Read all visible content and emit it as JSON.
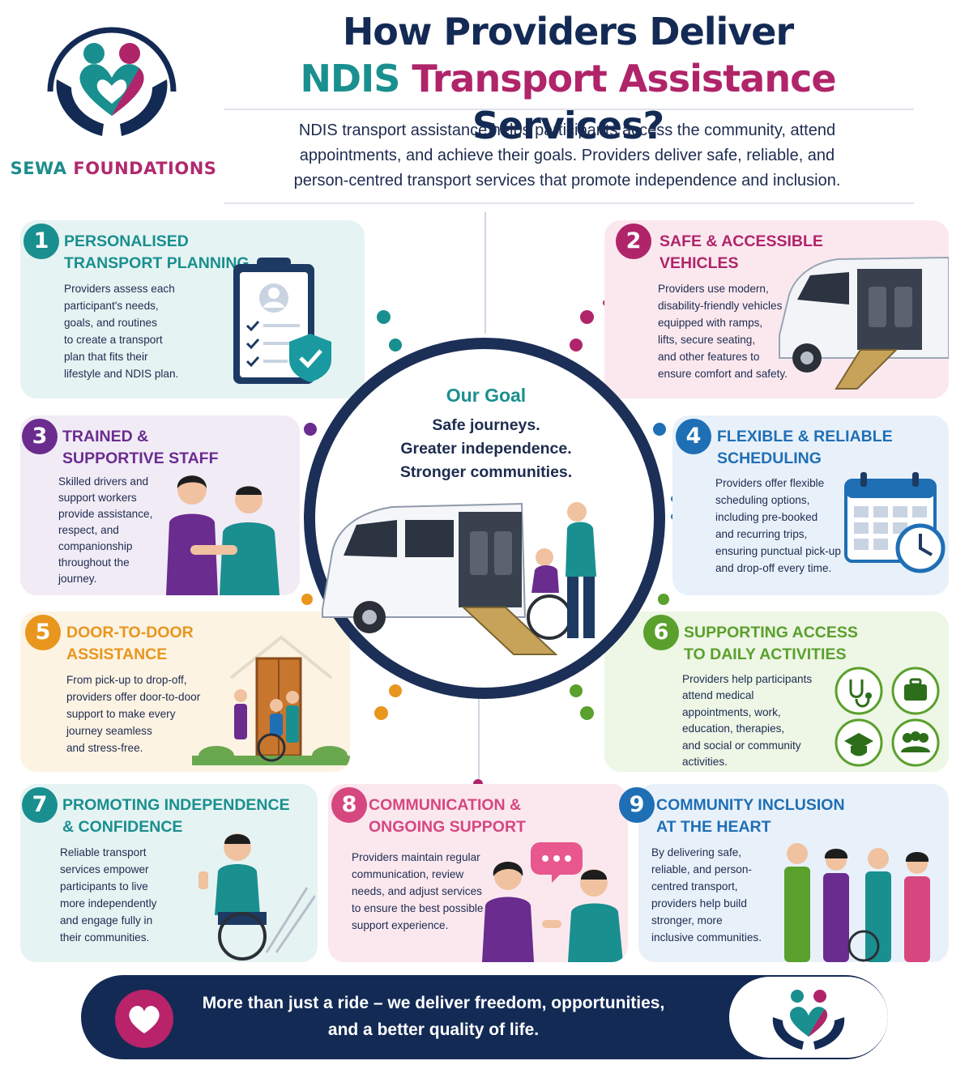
{
  "brand": {
    "name_part1": "SEWA",
    "name_part2": "FOUNDATIONS",
    "teal": "#1a8f8f",
    "magenta": "#b0246a",
    "navy": "#132a55"
  },
  "header": {
    "title_line1": "How Providers Deliver",
    "title_line2_a": "NDIS",
    "title_line2_b": "Transport Assistance",
    "title_line2_c": "Services?",
    "intro_lines": [
      "NDIS transport assistance helps participants access the community, attend",
      "appointments, and achieve their goals. Providers deliver safe, reliable, and",
      "person-centred transport services that promote independence and inclusion."
    ]
  },
  "center": {
    "goal_title": "Our Goal",
    "lines": [
      "Safe journeys.",
      "Greater independence.",
      "Stronger communities."
    ]
  },
  "cards": [
    {
      "num": "1",
      "title": [
        "PERSONALISED",
        "TRANSPORT PLANNING"
      ],
      "color": "#1a8f8f",
      "bg": "#e6f3f3",
      "body": [
        "Providers assess each",
        "participant's needs,",
        "goals, and routines",
        "to create a transport",
        "plan that fits their",
        "lifestyle and NDIS plan."
      ]
    },
    {
      "num": "2",
      "title": [
        "SAFE & ACCESSIBLE",
        "VEHICLES"
      ],
      "color": "#b0246a",
      "bg": "#fbe8ef",
      "body": [
        "Providers use modern,",
        "disability-friendly vehicles",
        "equipped with ramps,",
        "lifts, secure seating,",
        "and other features to",
        "ensure comfort and safety."
      ]
    },
    {
      "num": "3",
      "title": [
        "TRAINED &",
        "SUPPORTIVE STAFF"
      ],
      "color": "#6a2c8f",
      "bg": "#f1ebf6",
      "body": [
        "Skilled drivers and",
        "support workers",
        "provide assistance,",
        "respect, and",
        "companionship",
        "throughout the",
        "journey."
      ]
    },
    {
      "num": "4",
      "title": [
        "FLEXIBLE & RELIABLE",
        "SCHEDULING"
      ],
      "color": "#1f6fb5",
      "bg": "#e8f1fa",
      "body": [
        "Providers offer flexible",
        "scheduling options,",
        "including pre-booked",
        "and recurring trips,",
        "ensuring punctual pick-up",
        "and drop-off every time."
      ]
    },
    {
      "num": "5",
      "title": [
        "DOOR-TO-DOOR",
        "ASSISTANCE"
      ],
      "color": "#e8961e",
      "bg": "#fdf3e3",
      "body": [
        "From pick-up to drop-off,",
        "providers offer door-to-door",
        "support to make every",
        "journey seamless",
        "and stress-free."
      ]
    },
    {
      "num": "6",
      "title": [
        "SUPPORTING ACCESS",
        "TO DAILY ACTIVITIES"
      ],
      "color": "#5aa02c",
      "bg": "#eef6e6",
      "body": [
        "Providers help participants",
        "attend medical",
        "appointments, work,",
        "education, therapies,",
        "and social or community",
        "activities."
      ]
    },
    {
      "num": "7",
      "title": [
        "PROMOTING INDEPENDENCE",
        "& CONFIDENCE"
      ],
      "color": "#1a8f8f",
      "bg": "#e6f3f3",
      "body": [
        "Reliable transport",
        "services empower",
        "participants to live",
        "more independently",
        "and engage fully in",
        "their communities."
      ]
    },
    {
      "num": "8",
      "title": [
        "COMMUNICATION &",
        "ONGOING SUPPORT"
      ],
      "color": "#d6477f",
      "bg": "#fbe8ef",
      "body": [
        "Providers maintain regular",
        "communication, review",
        "needs, and adjust services",
        "to ensure the best possible",
        "support experience."
      ]
    },
    {
      "num": "9",
      "title": [
        "COMMUNITY INCLUSION",
        "AT THE HEART"
      ],
      "color": "#1f6fb5",
      "bg": "#e8f1fa",
      "body": [
        "By delivering safe,",
        "reliable, and person-",
        "centred transport,",
        "providers help build",
        "stronger, more",
        "inclusive communities."
      ]
    }
  ],
  "footer": {
    "lines": [
      "More than just a ride – we deliver freedom, opportunities,",
      "and a better quality of life."
    ]
  }
}
